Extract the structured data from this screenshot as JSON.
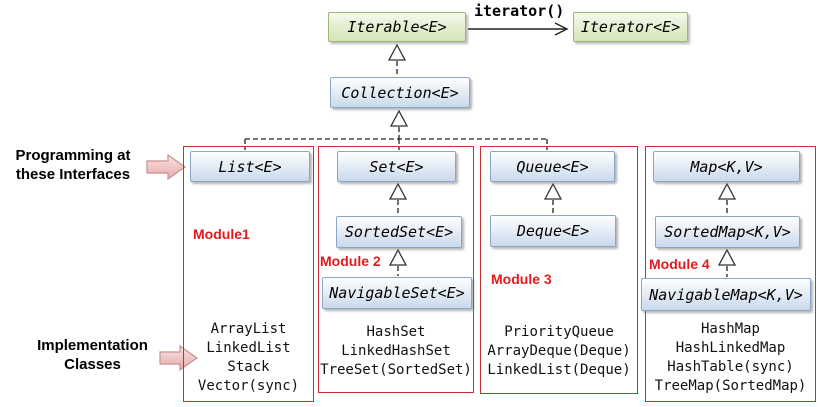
{
  "top": {
    "iterable": "Iterable<E>",
    "iterator_method": "iterator()",
    "iterator": "Iterator<E>",
    "collection": "Collection<E>"
  },
  "labels": {
    "interfaces_line1": "Programming at",
    "interfaces_line2": "these Interfaces",
    "implementation_line1": "Implementation",
    "implementation_line2": "Classes"
  },
  "columns": [
    {
      "module": "Module1",
      "interfaces": [
        "List<E>"
      ],
      "implementations": [
        "ArrayList",
        "LinkedList",
        "Stack",
        "Vector(sync)"
      ]
    },
    {
      "module": "Module 2",
      "interfaces": [
        "Set<E>",
        "SortedSet<E>",
        "NavigableSet<E>"
      ],
      "implementations": [
        "HashSet",
        "LinkedHashSet",
        "TreeSet(SortedSet)"
      ]
    },
    {
      "module": "Module 3",
      "interfaces": [
        "Queue<E>",
        "Deque<E>"
      ],
      "implementations": [
        "PriorityQueue",
        "ArrayDeque(Deque)",
        "LinkedList(Deque)"
      ]
    },
    {
      "module": "Module 4",
      "interfaces": [
        "Map<K,V>",
        "SortedMap<K,V>",
        "NavigableMap<K,V>"
      ],
      "implementations": [
        "HashMap",
        "HashLinkedMap",
        "HashTable(sync)",
        "TreeMap(SortedMap)"
      ]
    }
  ],
  "colors": {
    "interface_box_border": "#8ba7c7",
    "interface_box_fill_top": "#fdfeff",
    "interface_box_fill_bottom": "#c9d9ec",
    "green_box_border": "#9cb974",
    "green_box_fill_top": "#f6faee",
    "green_box_fill_bottom": "#d6e5b8",
    "module_border_red": "#c53030",
    "module_text_red": "#e31b1b",
    "connector_black": "#222222",
    "block_arrow_fill": "#efc2c2",
    "block_arrow_border": "#c98f8e"
  }
}
